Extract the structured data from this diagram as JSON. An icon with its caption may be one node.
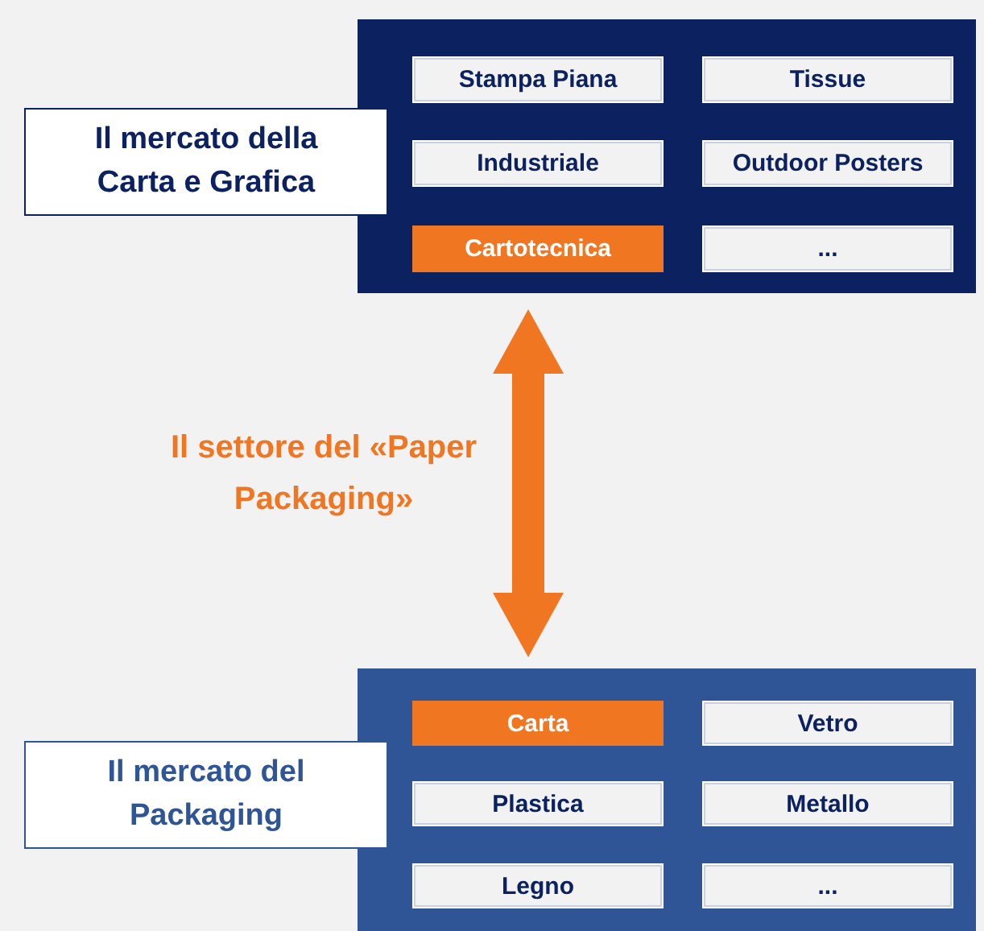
{
  "diagram": {
    "nodes": [
      {
        "text": [],
        "shape": "box"
      },
      {
        "text": [
          "Il mercato della Carta e Grafica"
        ]
      },
      {
        "text": [
          "Stampa Piana"
        ],
        "in": 0
      },
      {
        "text": [
          "Tissue"
        ],
        "in": 0
      },
      {
        "text": [
          "Industriale"
        ],
        "in": 0
      },
      {
        "text": [
          "Outdoor Posters"
        ],
        "in": 0
      },
      {
        "text": [
          "Cartotecnica"
        ],
        "in": 0
      },
      {
        "text": [
          "..."
        ],
        "in": 0
      },
      {
        "text": [],
        "shape": "box"
      },
      {
        "text": [
          "Il mercato del Packaging"
        ]
      },
      {
        "text": [
          "Carta"
        ],
        "in": 8
      },
      {
        "text": [
          "Vetro"
        ],
        "in": 8
      },
      {
        "text": [
          "Plastica"
        ],
        "in": 8
      },
      {
        "text": [
          "Metallo"
        ],
        "in": 8
      },
      {
        "text": [
          "Legno"
        ],
        "in": 8
      },
      {
        "text": [
          "..."
        ],
        "in": 8
      }
    ],
    "edges": [
      {
        "from": 0,
        "to": 8,
        "arrow": "both",
        "label": "Il settore del «Paper Packaging»"
      }
    ]
  }
}
